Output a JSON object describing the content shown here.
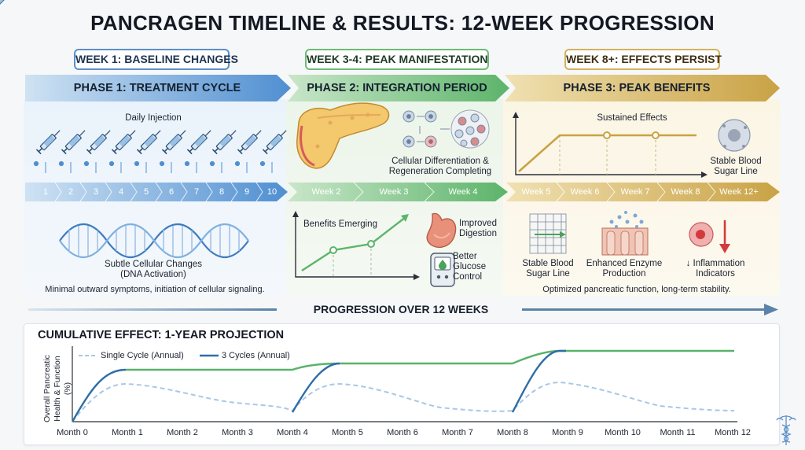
{
  "title": "PANCRAGEN TIMELINE & RESULTS: 12-WEEK PROGRESSION",
  "week_badges": [
    {
      "label": "WEEK 1: BASELINE CHANGES",
      "color": "#5b8fc9"
    },
    {
      "label": "WEEK 3-4: PEAK MANIFESTATION",
      "color": "#6dbb73"
    },
    {
      "label": "WEEK 8+: EFFECTS PERSIST",
      "color": "#d4b25e"
    }
  ],
  "phases": [
    {
      "label": "PHASE 1: TREATMENT CYCLE",
      "color": "#4f8fd1"
    },
    {
      "label": "PHASE 2: INTEGRATION PERIOD",
      "color": "#5cb46a"
    },
    {
      "label": "PHASE 3: PEAK BENEFITS",
      "color": "#c9a244"
    }
  ],
  "phase1": {
    "injection_label": "Daily Injection",
    "days": [
      "1",
      "2",
      "3",
      "4",
      "5",
      "6",
      "7",
      "8",
      "9",
      "10"
    ],
    "dna_caption": "Subtle Cellular Changes\n(DNA Activation)",
    "summary": "Minimal outward symptoms, initiation of cellular signaling."
  },
  "phase2": {
    "cell_caption": "Cellular Differentiation &\nRegeneration Completing",
    "weeks": [
      "Week 2",
      "Week 3",
      "Week 4"
    ],
    "chart_label": "Benefits Emerging",
    "digestion": "Improved\nDigestion",
    "glucose": "Better\nGlucose\nControl"
  },
  "phase3": {
    "chart_label": "Sustained Effects",
    "blood_sugar": "Stable Blood\nSugar Line",
    "weeks": [
      "Week 5",
      "Week 6",
      "Week 7",
      "Week 8",
      "Week 12+"
    ],
    "icons": [
      {
        "label": "Stable Blood\nSugar Line"
      },
      {
        "label": "Enhanced Enzyme\nProduction"
      },
      {
        "label": "↓ Inflammation\nIndicators"
      }
    ],
    "summary": "Optimized pancreatic function, long-term stability."
  },
  "progression_label": "PROGRESSION OVER 12 WEEKS",
  "cumulative": {
    "title": "CUMULATIVE EFFECT: 1-YEAR PROJECTION",
    "y_label": "Overall Pancreatic\nHealth & Function (%)",
    "legend_single": "Single Cycle (Annual)",
    "legend_three": "3 Cycles (Annual)",
    "months": [
      "Month 0",
      "Month 1",
      "Month 2",
      "Month 3",
      "Month 4",
      "Month 5",
      "Month 6",
      "Month 7",
      "Month 8",
      "Month 9",
      "Month 10",
      "Month 11",
      "Month 12"
    ]
  },
  "colors": {
    "blue": "#3e7fc0",
    "green": "#5ab26a",
    "gold": "#c9a244",
    "dashed": "#a9c7e6"
  }
}
